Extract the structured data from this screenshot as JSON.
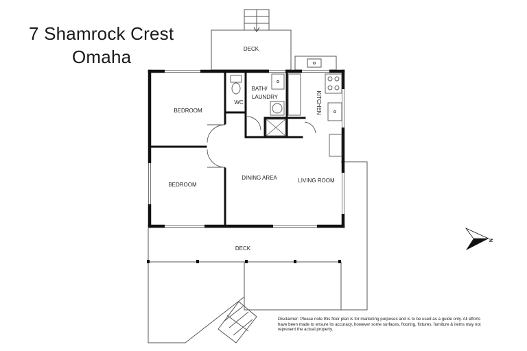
{
  "title": {
    "line1": "7 Shamrock Crest",
    "line2": "Omaha"
  },
  "rooms": {
    "deck_top": "DECK",
    "bedroom_1": "BEDROOM",
    "bedroom_2": "BEDROOM",
    "wc": "WC",
    "bath_laundry_line1": "BATH/",
    "bath_laundry_line2": "LAUNDRY",
    "kitchen": "KITCHEN",
    "dining_area": "DINING AREA",
    "living_room": "LIVING ROOM",
    "deck_bottom": "DECK"
  },
  "compass": {
    "north_label": "N"
  },
  "disclaimer": "Disclaimer: Please note this floor plan is for marketing purposes and is to be used as a guide only. All efforts have been made to ensure its accuracy, however some surfaces, flooring, fixtures, furniture & items may not represent the actual property."
}
